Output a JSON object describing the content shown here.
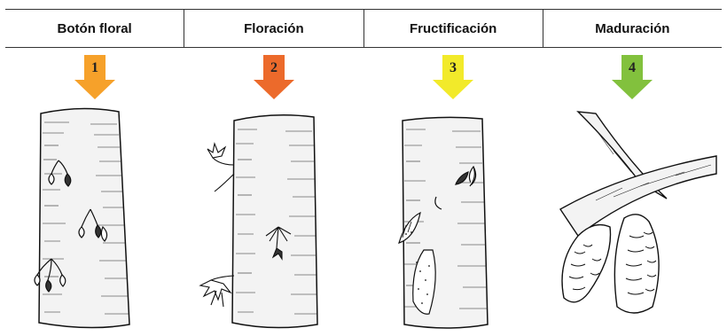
{
  "stages": [
    {
      "title": "Botón floral",
      "number": "1",
      "color": "#f6a12a"
    },
    {
      "title": "Floración",
      "number": "2",
      "color": "#ec6a2b"
    },
    {
      "title": "Fructificación",
      "number": "3",
      "color": "#f2ea2a"
    },
    {
      "title": "Maduración",
      "number": "4",
      "color": "#82c13d"
    }
  ]
}
